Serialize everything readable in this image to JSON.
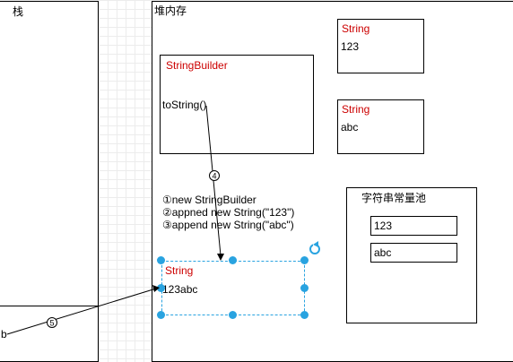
{
  "stack": {
    "title": "栈",
    "var_b": "b"
  },
  "heap": {
    "title": "堆内存"
  },
  "string_builder": {
    "type": "StringBuilder",
    "method": "toString()"
  },
  "string_123": {
    "type": "String",
    "value": "123"
  },
  "string_abc": {
    "type": "String",
    "value": "abc"
  },
  "steps": [
    "①new StringBuilder",
    "②appned new String(\"123\")",
    "③append new String(\"abc\")"
  ],
  "arrows": {
    "step4": "④",
    "step5": "⑤"
  },
  "string_pool": {
    "title": "字符串常量池",
    "items": [
      "123",
      "abc"
    ]
  },
  "result_string": {
    "type": "String",
    "value": "123abc"
  },
  "colors": {
    "type_label": "#cc0000",
    "selection": "#29a3e0"
  }
}
